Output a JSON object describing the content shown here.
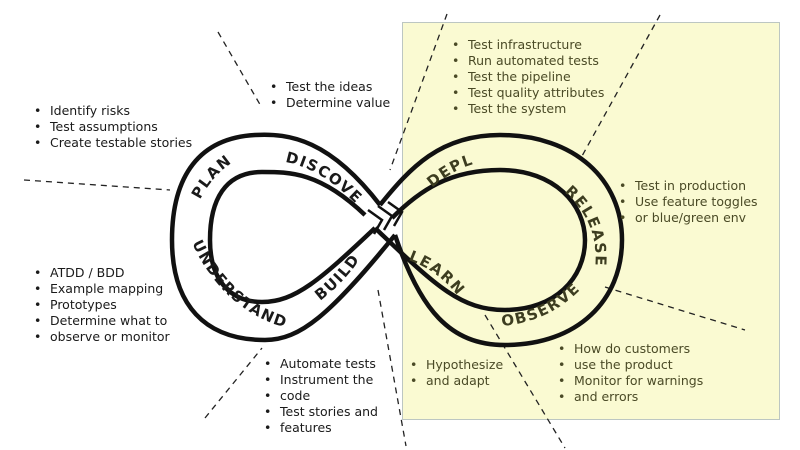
{
  "loop": {
    "left": {
      "plan": "PLAN",
      "discover": "DISCOVER",
      "build": "BUILD",
      "understand": "UNDERSTAND"
    },
    "right": {
      "deploy": "DEPLOY",
      "release": "RELEASE",
      "observe": "OBSERVE",
      "learn": "LEARN"
    }
  },
  "notes": {
    "plan_notes": [
      "Identify risks",
      "Test assumptions",
      "Create testable stories"
    ],
    "discover_notes": [
      "Test the ideas",
      "Determine value"
    ],
    "understand_notes": [
      "ATDD / BDD",
      "Example mapping",
      "Prototypes",
      "Determine what to",
      "observe or monitor"
    ],
    "build_notes": [
      "Automate tests",
      "Instrument the",
      "code",
      "Test stories and",
      "features"
    ],
    "deploy_notes": [
      "Test infrastructure",
      "Run automated tests",
      "Test the pipeline",
      "Test quality attributes",
      "Test the system"
    ],
    "release_notes": [
      "Test in production",
      "Use feature toggles",
      "or blue/green env"
    ],
    "learn_notes": [
      "Hypothesize",
      "and adapt"
    ],
    "observe_notes": [
      "How do customers",
      "use the product",
      "Monitor for warnings",
      "and errors"
    ]
  },
  "colors": {
    "panel": "#fafad2",
    "ink": "#1a1a1a",
    "olive_text": "#4a4a26"
  }
}
